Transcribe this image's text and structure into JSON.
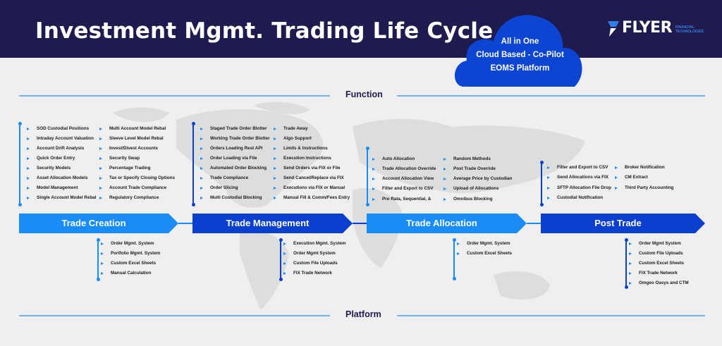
{
  "header": {
    "title": "Investment Mgmt. Trading Life Cycle"
  },
  "cloud": {
    "lines": [
      "All in One",
      "Cloud Based - Co-Pilot",
      "EOMS Platform"
    ],
    "color": "#0b45d1"
  },
  "logo": {
    "name": "FLYER",
    "subtitle": "FINANCIAL TECHNOLOGIES"
  },
  "sections": {
    "function": "Function",
    "platform": "Platform"
  },
  "colors": {
    "header": "#1f1b4f",
    "light_blue": "#1a8cf7",
    "dark_blue": "#0b3fd0",
    "line": "#6fb3f5"
  },
  "stages": [
    {
      "name": "Trade Creation",
      "tone": "light",
      "functions": [
        "SOD Custodial Positions",
        "Intraday Account Valuation",
        "Account Drift Analysis",
        "Quick Order Entry",
        "Security Models",
        "Asset Allocation Models",
        "Model Management",
        "Single Account Model Rebal",
        "Multi Account Model Rebal",
        "Sleeve Level Model Rebal",
        "Invest/Divest Accounts",
        "Security Swap",
        "Percentage Trading",
        "Tax or Specify Closing Options",
        "Account Trade Compliance",
        "Regulatory Compliance"
      ],
      "platforms": [
        "Order Mgmt. System",
        "Portfolio Mgmt. System",
        "Custom Excel Sheets",
        "Manual Calculation"
      ]
    },
    {
      "name": "Trade Management",
      "tone": "dark",
      "functions": [
        "Staged Trade Order Blotter",
        "Working Trade Order Blotter",
        "Orders Loading Rest API",
        "Order Loading via File",
        "Automated Order Blocking",
        "Trade Compliance",
        "Order Slicing",
        "Multi Custodial Blocking",
        "Trade Away",
        "Algo Support",
        "Limits & Instructions",
        "Execution Instructions",
        "Send Orders via FIX or File",
        "Send Cancel/Replace via FIX",
        "Executions via FIX or Manual",
        "Manual Fill & Comm/Fees Entry"
      ],
      "platforms": [
        "Execution Mgmt. System",
        "Order Mgmt System",
        "Custom File Uploads",
        "FIX Trade Network"
      ]
    },
    {
      "name": "Trade Allocation",
      "tone": "light",
      "functions": [
        "Auto Allocation",
        "Trade Allocation Override",
        "Account Allocation View",
        "Filter and Export to CSV",
        "Pro Rata, Sequential, &",
        "Random Methods",
        "Post Trade Override",
        "Average Price by Custodian",
        "Upload of Allocations",
        "Omnibus Blocking"
      ],
      "platforms": [
        "Order Mgmt. System",
        "Custom Excel Sheets"
      ]
    },
    {
      "name": "Post Trade",
      "tone": "dark",
      "functions": [
        "Filter and Export to CSV",
        "Send Allocations via FIX",
        "SFTP Allocation File Drop",
        "Custodial Notification",
        "Broker Notification",
        "CM Extract",
        "Third Party Accounting"
      ],
      "platforms": [
        "Order Mgmt System",
        "Custom File Uploads",
        "Custom Excel Sheets",
        "FIX Trade Network",
        "Omgeo Oasys and CTM"
      ]
    }
  ]
}
